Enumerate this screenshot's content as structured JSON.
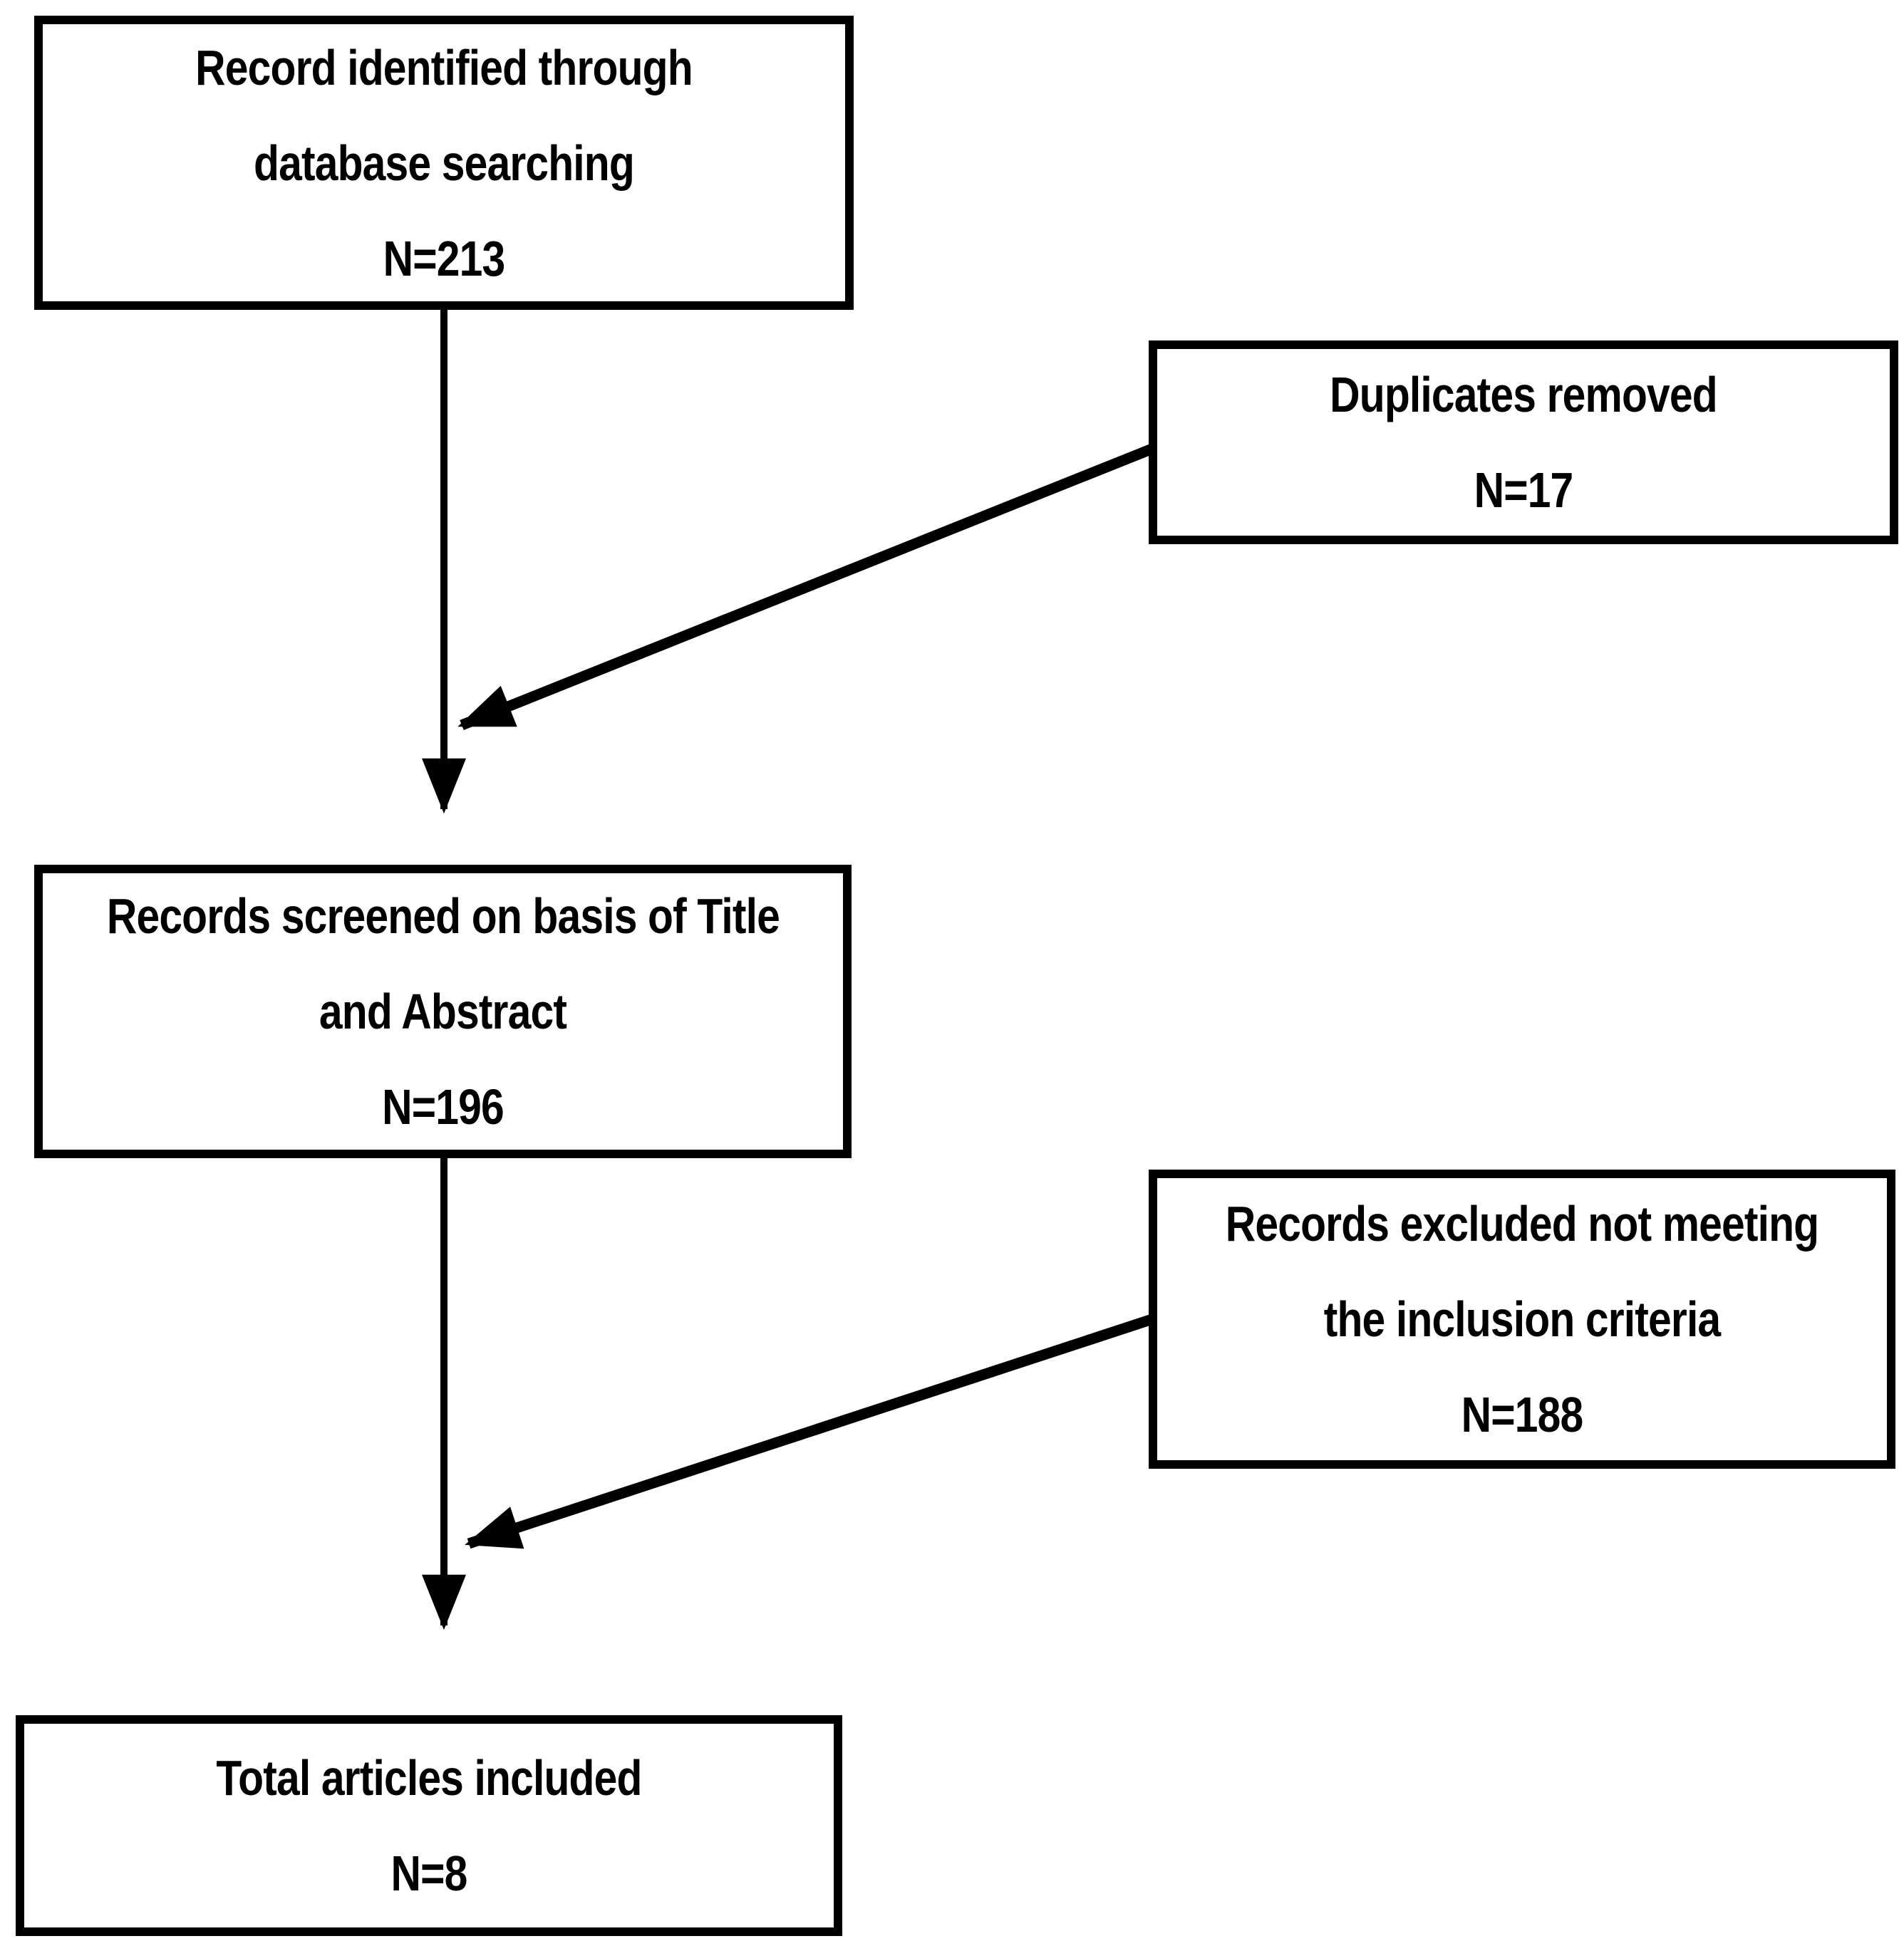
{
  "flowchart": {
    "background_color": "#ffffff",
    "ink_color": "#000000",
    "boxes": {
      "identified": {
        "lines": [
          "Record identified through",
          "database searching",
          "N=213"
        ],
        "count": 213
      },
      "duplicates": {
        "lines": [
          "Duplicates removed",
          "N=17"
        ],
        "count": 17
      },
      "screened": {
        "lines": [
          "Records screened on basis of Title",
          "and Abstract",
          "N=196"
        ],
        "count": 196
      },
      "excluded": {
        "lines": [
          "Records excluded not meeting",
          "the inclusion criteria",
          "N=188"
        ],
        "count": 188
      },
      "included": {
        "lines": [
          "Total articles included",
          "N=8"
        ],
        "count": 8
      }
    },
    "edges": [
      {
        "from": "identified",
        "to": "screened",
        "style": "vertical-arrow"
      },
      {
        "from": "duplicates",
        "to": "identified-screened flow line",
        "style": "diagonal-arrow"
      },
      {
        "from": "screened",
        "to": "included",
        "style": "vertical-arrow"
      },
      {
        "from": "excluded",
        "to": "screened-included flow line",
        "style": "diagonal-arrow"
      }
    ]
  }
}
